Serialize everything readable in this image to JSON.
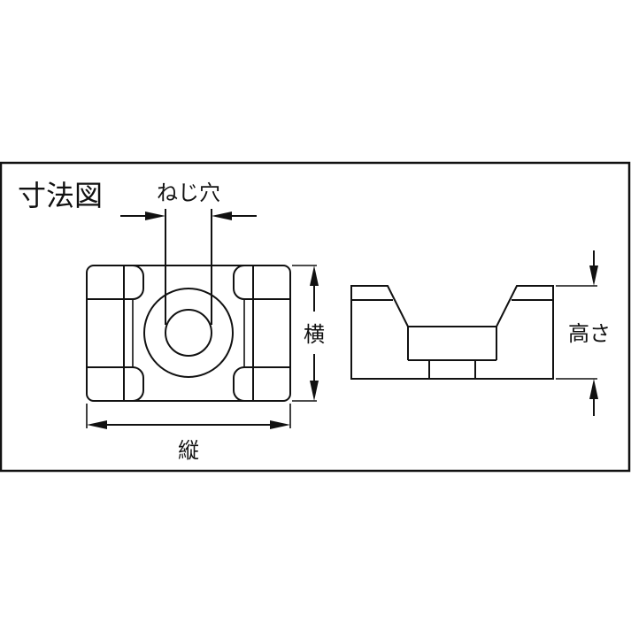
{
  "title": "寸法図",
  "labels": {
    "screw_hole": "ねじ穴",
    "width": "横",
    "length": "縦",
    "height": "高さ"
  },
  "colors": {
    "line": "#111111",
    "background": "#ffffff"
  }
}
